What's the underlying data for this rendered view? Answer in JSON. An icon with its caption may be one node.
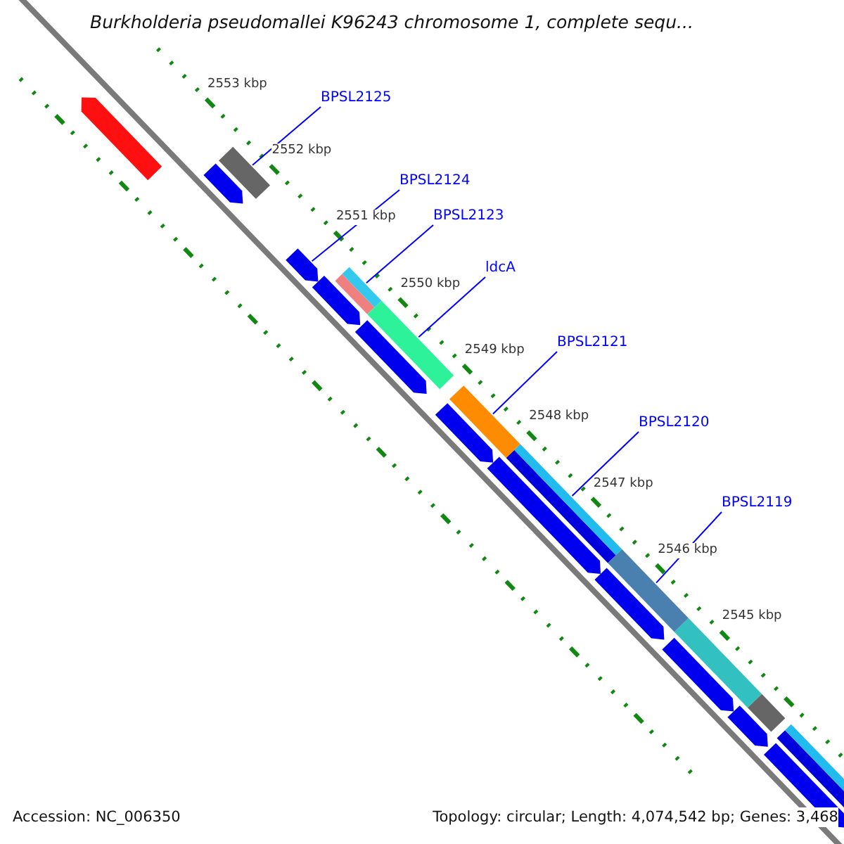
{
  "diagram": {
    "title": "Burkholderia pseudomallei K96243 chromosome 1, complete sequ...",
    "nodes": [
      {
        "text": [
          "BPSL2125"
        ]
      },
      {
        "text": [
          "BPSL2124"
        ]
      },
      {
        "text": [
          "BPSL2123"
        ]
      },
      {
        "text": [
          "ldcA"
        ]
      },
      {
        "text": [
          "BPSL2121"
        ]
      },
      {
        "text": [
          "BPSL2120"
        ]
      },
      {
        "text": [
          "BPSL2119"
        ]
      },
      {
        "text": [],
        "shape": "bar"
      },
      {
        "text": [],
        "shape": "arrow"
      },
      {
        "text": [],
        "shape": "bar"
      },
      {
        "text": [],
        "shape": "bar"
      },
      {
        "text": [],
        "shape": "bar"
      },
      {
        "text": [],
        "shape": "bar"
      },
      {
        "text": [],
        "shape": "bar"
      }
    ],
    "edges": [
      {
        "from": 0,
        "to": 7,
        "arrow": "none"
      },
      {
        "from": 1,
        "to": 8,
        "arrow": "none"
      },
      {
        "from": 2,
        "to": 9,
        "arrow": "none"
      },
      {
        "from": 3,
        "to": 10,
        "arrow": "none"
      },
      {
        "from": 4,
        "to": 11,
        "arrow": "none"
      },
      {
        "from": 5,
        "to": 12,
        "arrow": "none"
      },
      {
        "from": 6,
        "to": 13,
        "arrow": "none"
      }
    ],
    "labels": [
      "2553 kbp",
      "2552 kbp",
      "2551 kbp",
      "2550 kbp",
      "2549 kbp",
      "2548 kbp",
      "2547 kbp",
      "2546 kbp",
      "2545 kbp",
      "Accession: NC_006350",
      "Topology: circular; Length: 4,074,542 bp; Genes: 3,468"
    ]
  }
}
